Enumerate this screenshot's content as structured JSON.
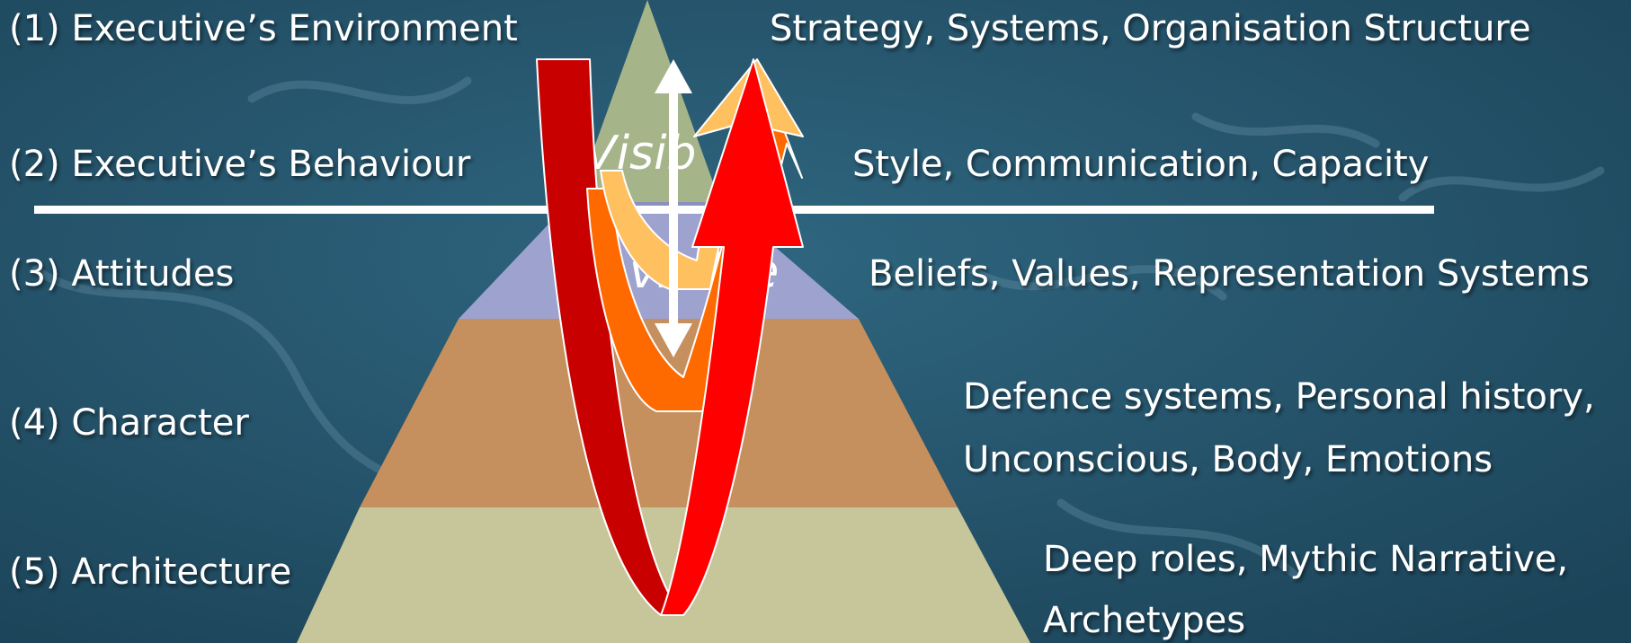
{
  "levels": [
    {
      "label": "(1) Executive’s Environment",
      "description": "Strategy, Systems, Organisation Structure"
    },
    {
      "label": "(2) Executive’s Behaviour",
      "description": "Style, Communication, Capacity"
    },
    {
      "label": "(3) Attitudes",
      "description": "Beliefs, Values, Representation Systems"
    },
    {
      "label": "(4) Character",
      "description": "Defence systems, Personal history,",
      "description_line2": "Unconscious, Body, Emotions"
    },
    {
      "label": "(5) Architecture",
      "description": "Deep roles, Mythic Narrative,",
      "description_line2": "Archetypes"
    }
  ],
  "overlay": {
    "visible": "Visib",
    "invisible": "visible"
  },
  "colors": {
    "background": "#25556e",
    "tier1": "#a6b48a",
    "tier2": "#8a8fbe",
    "tier3": "#9ea2cf",
    "tier4": "#c68f5e",
    "tier5": "#c7c59a",
    "arrow_main": "#ff0000",
    "arrow_dark": "#c80000",
    "arrow_orange": "#ff6a00",
    "arrow_gold": "#ffc060"
  }
}
